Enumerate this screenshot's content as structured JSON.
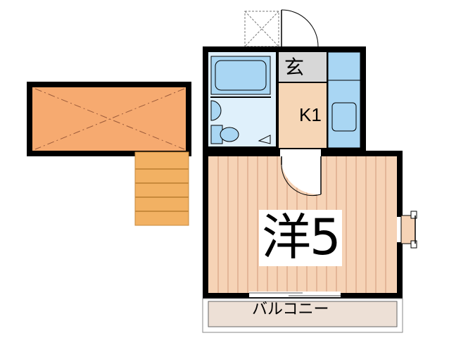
{
  "floor_plan": {
    "rooms": {
      "genkan": "玄",
      "kitchen": "K1",
      "western_room": "洋5",
      "balcony": "バルコニー"
    },
    "colors": {
      "wall": "#000000",
      "western_floor": "#f6d3b6",
      "floor_stripe": "#d29a7a",
      "kitchen_floor": "#f6d6b6",
      "genkan_floor": "#d7d7d7",
      "bath_fixture": "#a9d6f3",
      "bath_floor": "#dff0fb",
      "exterior_roof": "#f6aa70",
      "stairs": "#f2b163",
      "balcony": "#ede0d6"
    }
  }
}
